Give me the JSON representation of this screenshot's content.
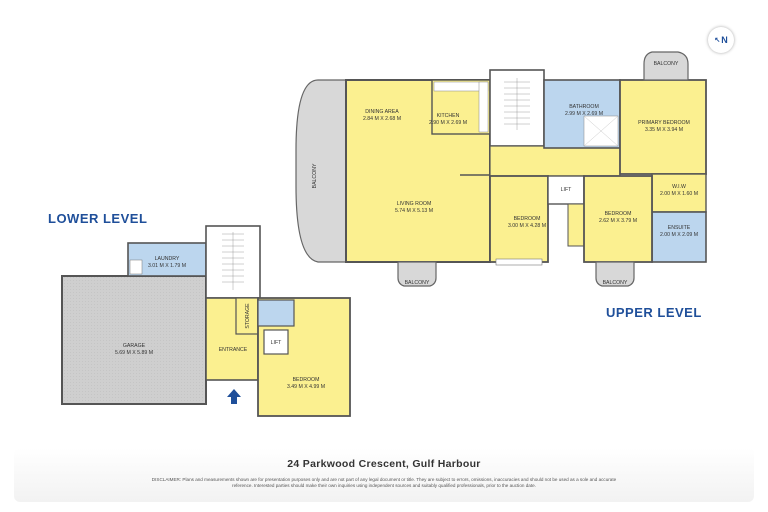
{
  "compass": {
    "letter": "N"
  },
  "lower_level": {
    "title": "LOWER LEVEL",
    "rooms": {
      "laundry": {
        "name": "LAUNDRY",
        "dims": "3.01 M X 1.79 M"
      },
      "garage": {
        "name": "GARAGE",
        "dims": "5.69 M X 5.89 M"
      },
      "storage": {
        "name": "STORAGE"
      },
      "entrance": {
        "name": "ENTRANCE"
      },
      "lift": {
        "name": "LIFT"
      },
      "bedroom": {
        "name": "BEDROOM",
        "dims": "3.49 M X 4.99 M"
      }
    }
  },
  "upper_level": {
    "title": "UPPER LEVEL",
    "rooms": {
      "dining": {
        "name": "DINING AREA",
        "dims": "2.84 M X 2.68 M"
      },
      "kitchen": {
        "name": "KITCHEN",
        "dims": "2.90 M X 2.69 M"
      },
      "living": {
        "name": "LIVING ROOM",
        "dims": "5.74 M X 5.13 M"
      },
      "bathroom": {
        "name": "BATHROOM",
        "dims": "2.99 M X 2.69 M"
      },
      "primary_bedroom": {
        "name": "PRIMARY BEDROOM",
        "dims": "3.35 M X 3.94 M"
      },
      "lift": {
        "name": "LIFT"
      },
      "bedroom_1": {
        "name": "BEDROOM",
        "dims": "3.00 M X 4.28 M"
      },
      "bedroom_2": {
        "name": "BEDROOM",
        "dims": "2.62 M X 3.79 M"
      },
      "wiw": {
        "name": "W.I.W",
        "dims": "2.00 M X 1.60 M"
      },
      "ensuite": {
        "name": "ENSUITE",
        "dims": "2.00 M X 2.09 M"
      },
      "balcony_west": {
        "name": "BALCONY"
      },
      "balcony_south_1": {
        "name": "BALCONY"
      },
      "balcony_south_2": {
        "name": "BALCONY"
      },
      "balcony_north": {
        "name": "BALCONY"
      }
    }
  },
  "address": "24 Parkwood Crescent, Gulf Harbour",
  "disclaimer": "DISCLAIMER: Plans and measurements shown are for presentation purposes only and are not part of any legal document or title. They are subject to errors, omissions, inaccuracies and should not be used as a sole and accurate reference. Interested parties should make their own inquiries using independent sources and suitably qualified professionals, prior to the auction date.",
  "colors": {
    "room_fill": "#fbf090",
    "wet_area_fill": "#bcd6ee",
    "garage_fill": "#cfcfcf",
    "wall": "#555555",
    "accent": "#1f4f9a"
  }
}
